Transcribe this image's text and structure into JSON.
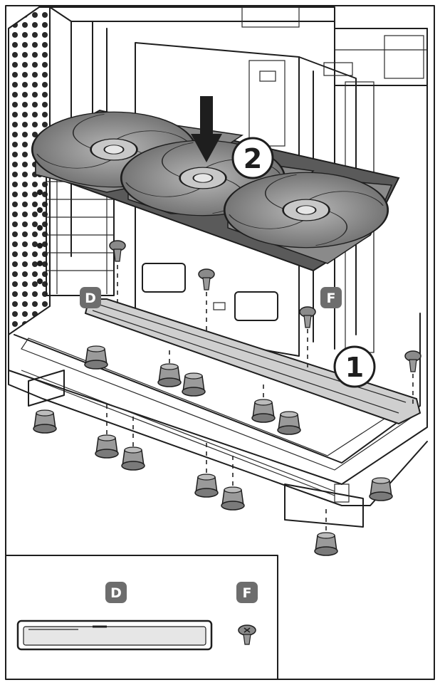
{
  "labels": {
    "step_1": "1",
    "step_2": "2",
    "part_d": "D",
    "part_f": "F",
    "inset_part_d": "D",
    "inset_part_f": "F"
  },
  "icons": {
    "arrow": "down-arrow-icon",
    "screw": "screw-icon",
    "rubber_foot": "rubber-foot-icon",
    "fan": "fan-icon"
  },
  "colors": {
    "line": "#1e1e1e",
    "fan_fill": "#8a8a8a",
    "badge_fill": "#6d6d6d",
    "bracket_fill": "#cfcfcf",
    "background": "#ffffff"
  }
}
